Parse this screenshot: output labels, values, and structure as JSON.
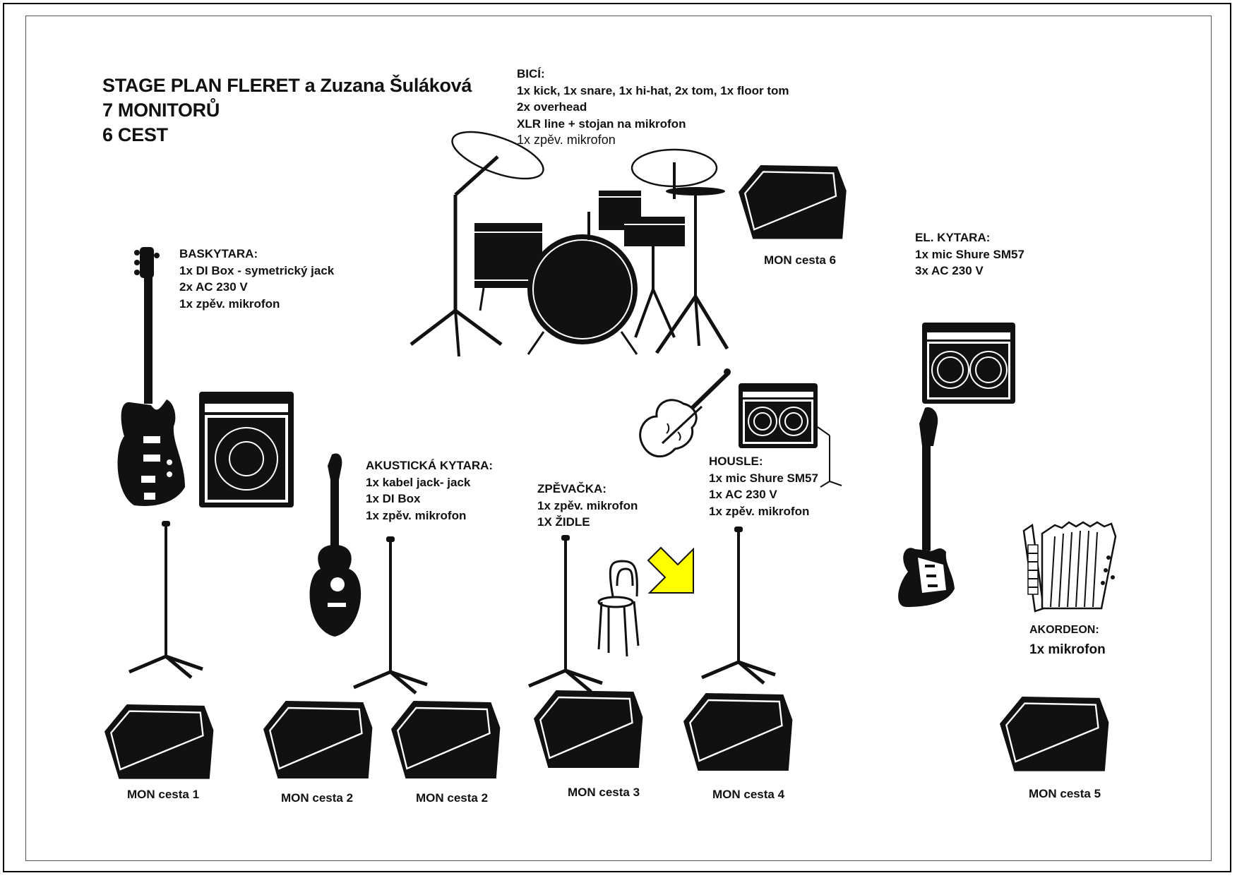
{
  "title": {
    "line1": "STAGE PLAN FLERET a Zuzana Šuláková",
    "line2": "7 MONITORŮ",
    "line3": "6 CEST"
  },
  "drums": {
    "heading": "BICÍ:",
    "lines": [
      "1x kick, 1x snare, 1x hi-hat, 2x tom, 1x floor tom",
      "2x overhead",
      "XLR line + stojan na mikrofon",
      "1x zpěv. mikrofon"
    ]
  },
  "bass": {
    "heading": "BASKYTARA:",
    "lines": [
      "1x DI Box - symetrický jack",
      "2x AC 230 V",
      "1x zpěv. mikrofon"
    ]
  },
  "electric_guitar": {
    "heading": "EL. KYTARA:",
    "lines": [
      "1x mic Shure SM57",
      "3x AC 230 V"
    ]
  },
  "acoustic_guitar": {
    "heading": "AKUSTICKÁ KYTARA:",
    "lines": [
      "1x kabel jack- jack",
      "1x DI Box",
      "1x zpěv. mikrofon"
    ]
  },
  "singer": {
    "heading": "ZPĚVAČKA:",
    "lines": [
      "1x zpěv. mikrofon",
      "1X ŽIDLE"
    ]
  },
  "violin": {
    "heading": "HOUSLE:",
    "lines": [
      "1x mic Shure SM57",
      "1x AC 230 V",
      "1x zpěv. mikrofon"
    ]
  },
  "accordion": {
    "heading": "AKORDEON:",
    "lines": [
      "1x mikrofon"
    ]
  },
  "monitors": [
    {
      "label": "MON cesta 6"
    },
    {
      "label": "MON cesta 1"
    },
    {
      "label": "MON cesta 2"
    },
    {
      "label": "MON cesta 2"
    },
    {
      "label": "MON cesta 3"
    },
    {
      "label": "MON cesta 4"
    },
    {
      "label": "MON cesta 5"
    }
  ],
  "colors": {
    "ink": "#111111",
    "arrow_fill": "#ffff00"
  },
  "icons": [
    "drum-kit-icon",
    "bass-guitar-icon",
    "electric-guitar-icon",
    "acoustic-guitar-icon",
    "violin-icon",
    "accordion-icon",
    "chair-icon",
    "arrow-icon",
    "amp-icon",
    "mic-stand-icon",
    "wedge-monitor-icon"
  ]
}
